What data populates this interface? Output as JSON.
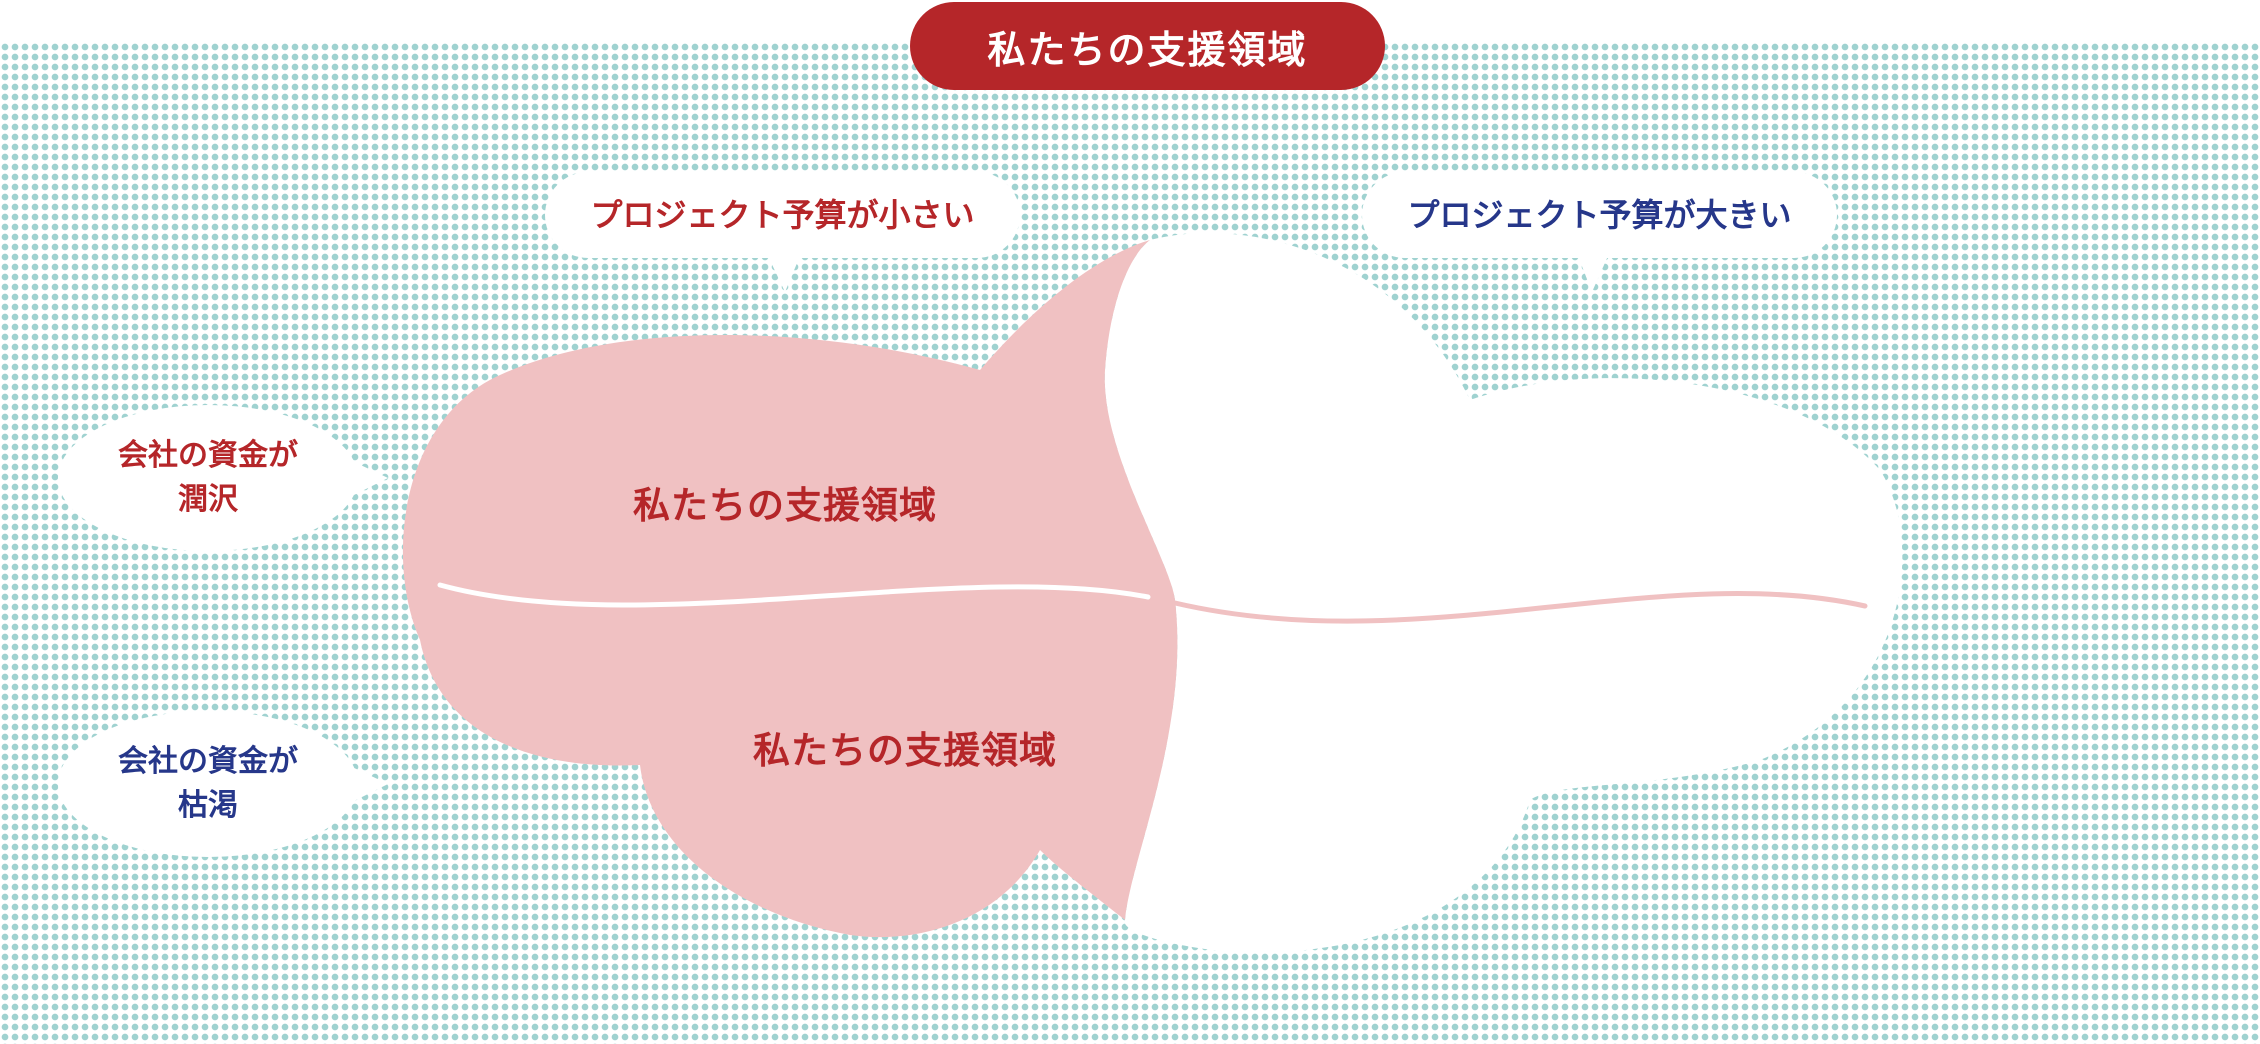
{
  "title": "私たちの支援領域",
  "axes": {
    "top_left": "プロジェクト予算が小さい",
    "top_right": "プロジェクト予算が大きい",
    "left_top": "会社の資金が\n潤沢",
    "left_bottom": "会社の資金が\n枯渇"
  },
  "regions": {
    "upper": "私たちの支援領域",
    "lower": "私たちの支援領域"
  },
  "colors": {
    "title_bg": "#b52629",
    "red_text": "#b52629",
    "blue_text": "#26378a",
    "support_area": "#f0c1c2",
    "dots": "#9fd2d0"
  }
}
